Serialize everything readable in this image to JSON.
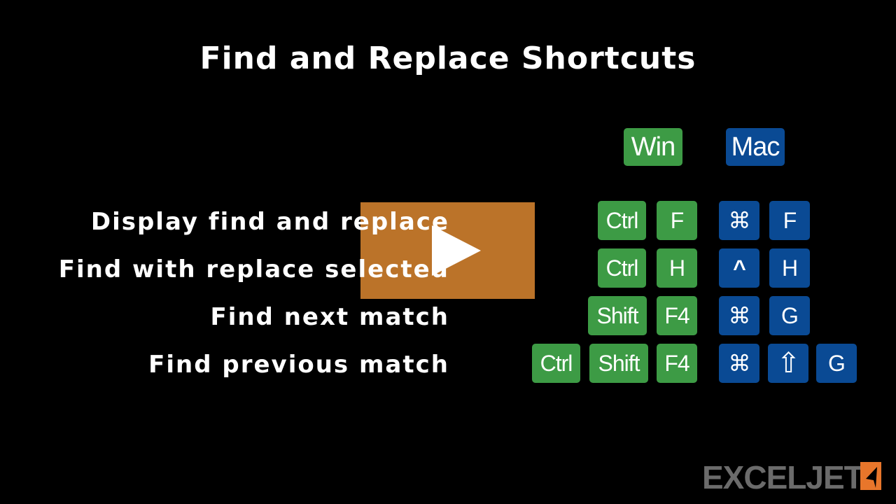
{
  "title": "Find and Replace Shortcuts",
  "headers": {
    "win": "Win",
    "mac": "Mac"
  },
  "rows": [
    {
      "label": "Display find and replace",
      "win": [
        "Ctrl",
        "F"
      ],
      "mac": [
        "⌘",
        "F"
      ]
    },
    {
      "label": "Find with replace selected",
      "win": [
        "Ctrl",
        "H"
      ],
      "mac": [
        "^",
        "H"
      ]
    },
    {
      "label": "Find next match",
      "win": [
        "Shift",
        "F4"
      ],
      "mac": [
        "⌘",
        "G"
      ]
    },
    {
      "label": "Find previous match",
      "win": [
        "Ctrl",
        "Shift",
        "F4"
      ],
      "mac": [
        "⌘",
        "⇧",
        "G"
      ]
    }
  ],
  "logo": "EXCELJET",
  "colors": {
    "win": "#3d9b45",
    "mac": "#0a4a94",
    "play_overlay": "#cf802e",
    "logo_accent": "#e8762b"
  },
  "icons": {
    "play": "play-icon",
    "shift": "shift-arrow-icon",
    "command": "command-icon",
    "control": "caret-up-icon"
  }
}
